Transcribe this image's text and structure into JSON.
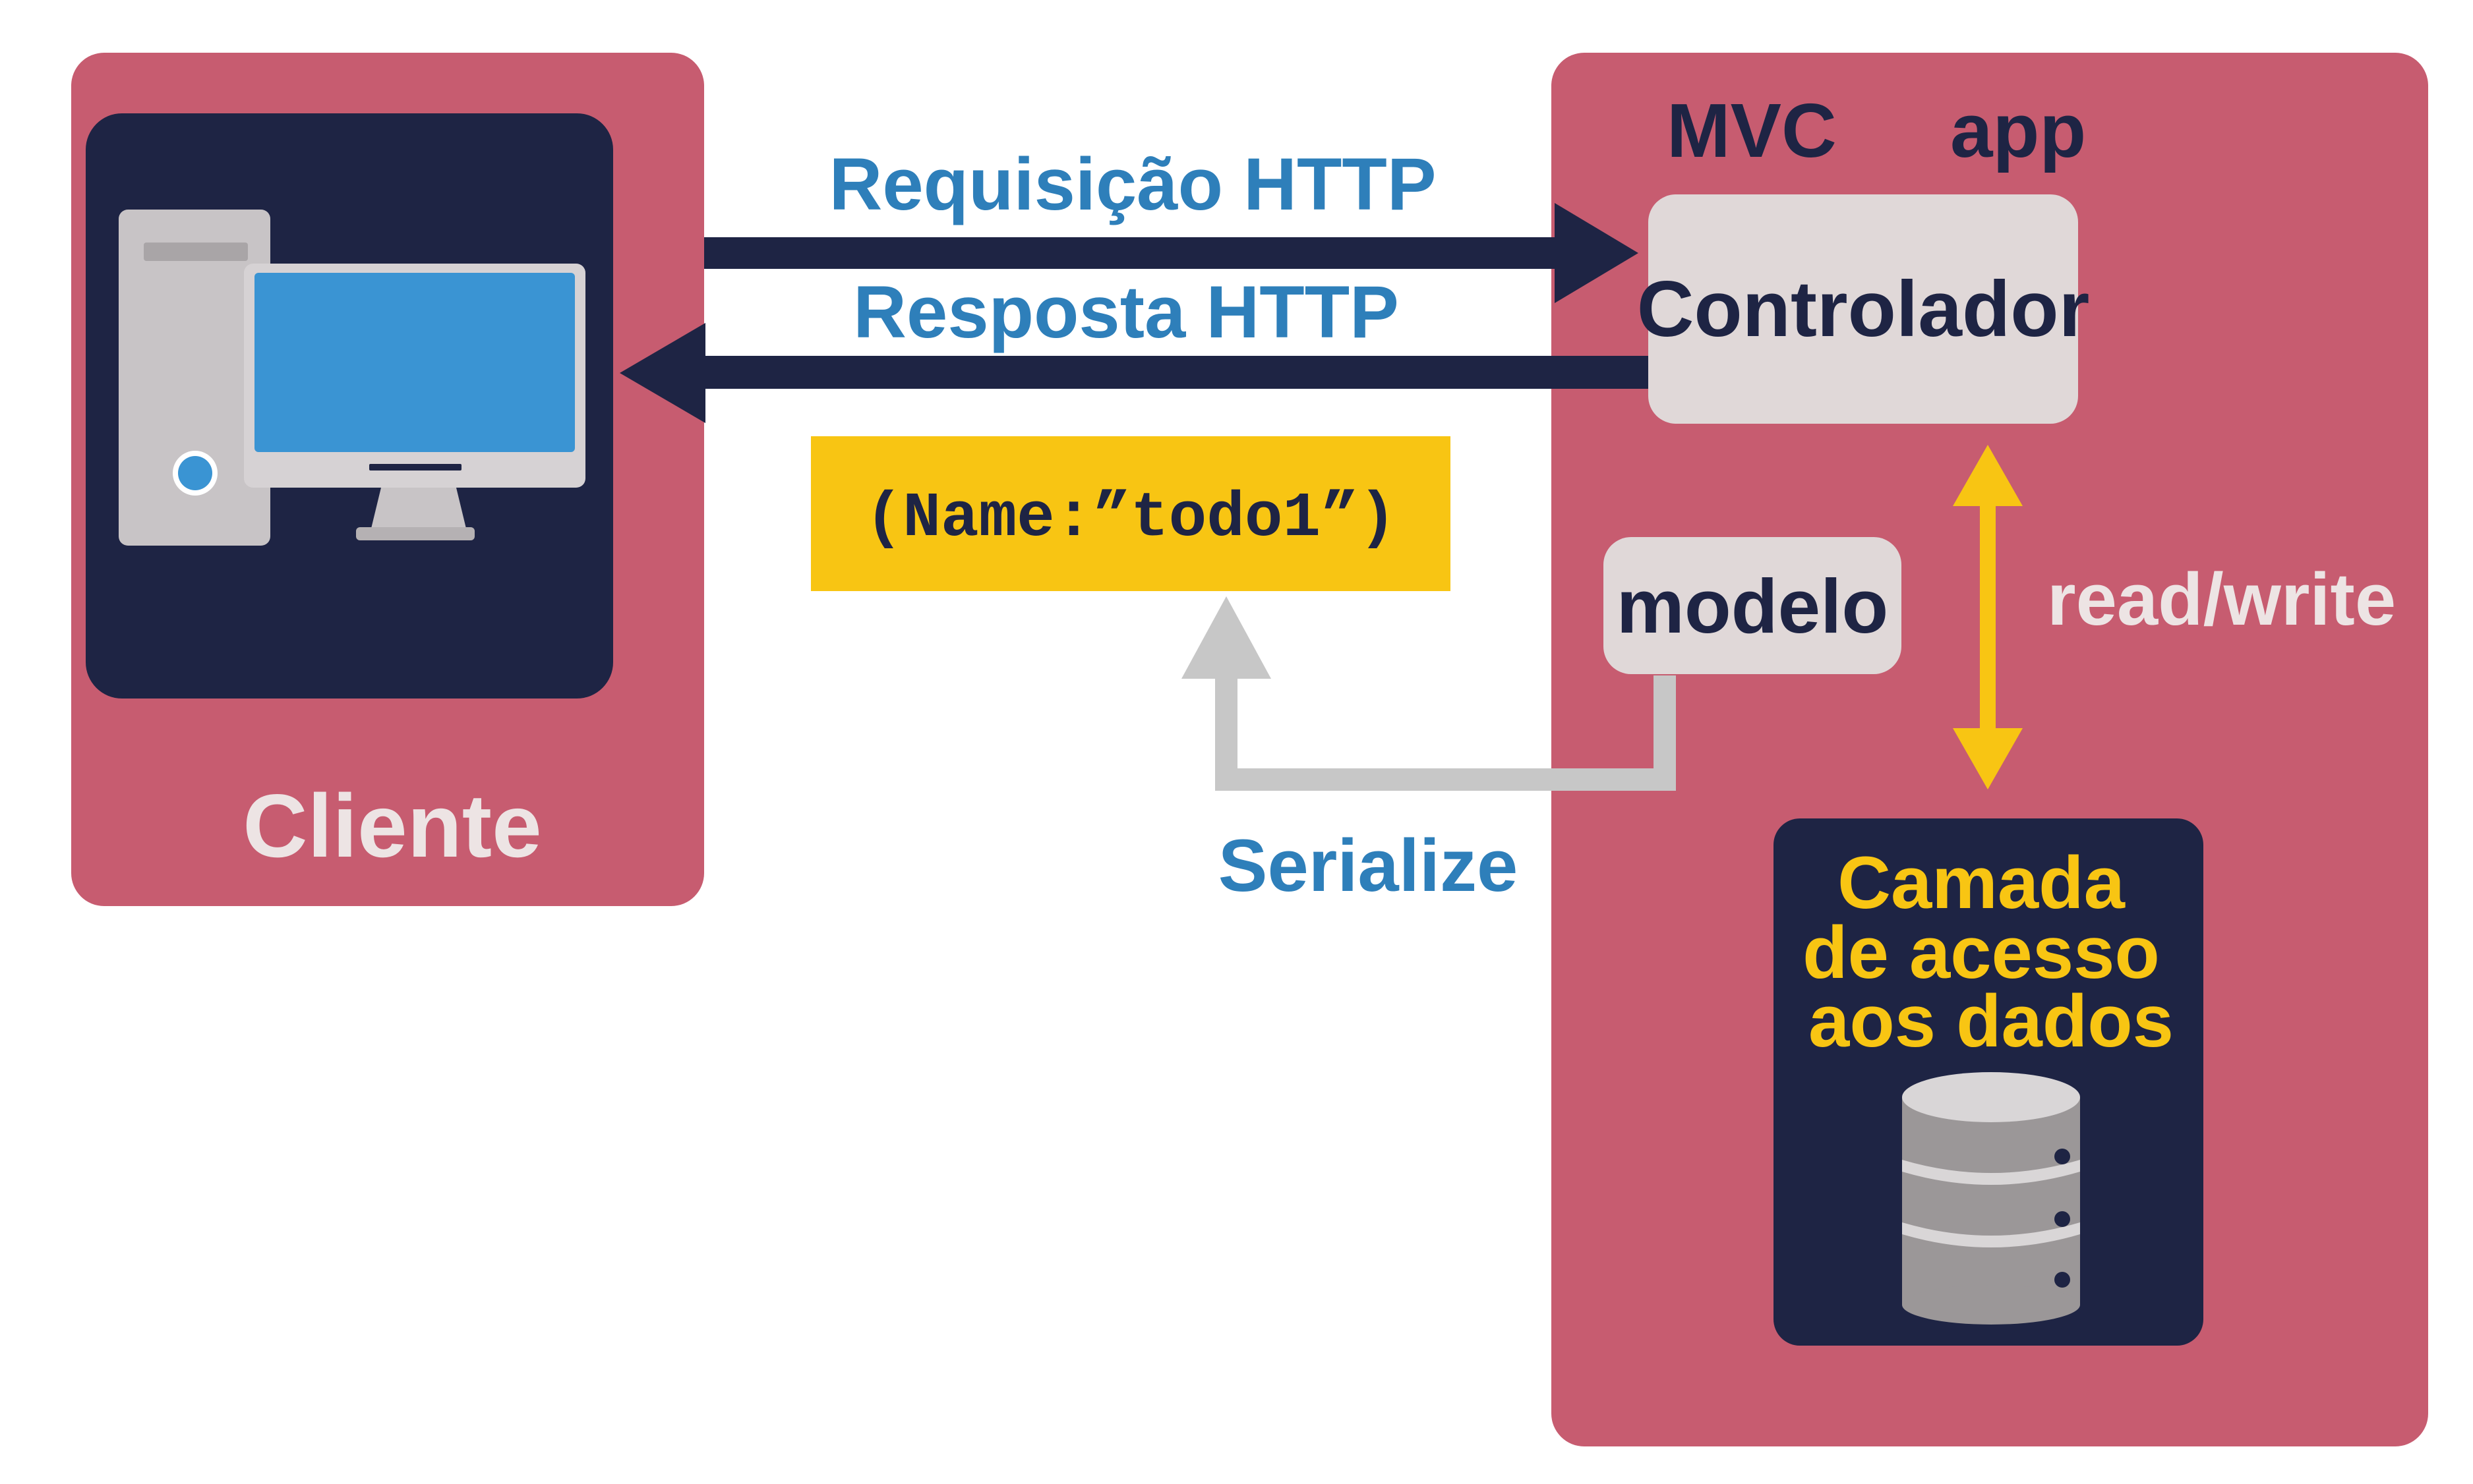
{
  "client": {
    "label": "Cliente"
  },
  "server": {
    "title_left": "MVC",
    "title_right": "app",
    "controller_label": "Controlador",
    "model_label": "modelo",
    "data_layer_lines": [
      "Camada",
      "de acesso",
      "aos dados"
    ]
  },
  "flows": {
    "request_label": "Requisição HTTP",
    "response_label": "Resposta HTTP",
    "json_payload": "(Name:”todo1”)",
    "serialize_label": "Serialize",
    "read_write_label": "read/write"
  },
  "icons": {
    "client": "desktop-computer-icon",
    "database": "database-icon"
  },
  "colors": {
    "panel": "#c75c70",
    "navy": "#1e2444",
    "blue_text": "#2e7fba",
    "yellow": "#f8c513",
    "light_box": "#e0d8d8",
    "gray_arrow": "#c7c7c7",
    "cliente_text": "#ede4e4"
  }
}
